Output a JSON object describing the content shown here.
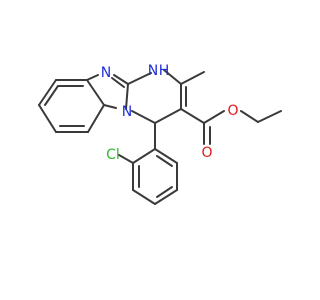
{
  "molecule": {
    "atoms": {
      "n_upper": "N",
      "nh": "N",
      "h": "H",
      "n_lower": "N",
      "cl": "Cl",
      "o_carbonyl": "O",
      "o_ester": "O"
    },
    "colors": {
      "bond": "#3a3a3a",
      "nitrogen": "#1f2fd6",
      "oxygen": "#e01b1b",
      "chlorine": "#2fb82f"
    }
  }
}
